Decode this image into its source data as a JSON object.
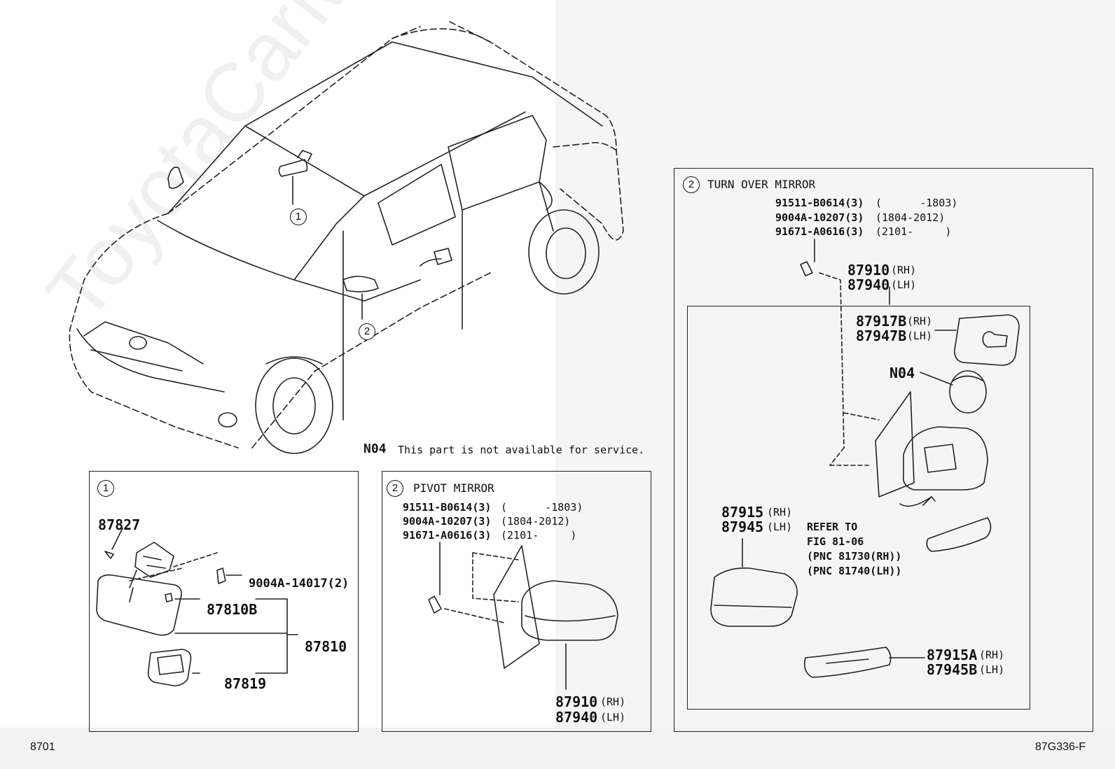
{
  "watermark": "ToyotaCarMiller.ru",
  "note": {
    "code": "N04",
    "text": "This part is not available for service."
  },
  "callouts": {
    "c1": "1",
    "c2": "2"
  },
  "box1": {
    "marker": "1",
    "parts": [
      "87827",
      "9004A-14017(2)",
      "87810B",
      "87810",
      "87819"
    ]
  },
  "box2": {
    "marker": "2",
    "title": "PIVOT MIRROR",
    "bolts": [
      {
        "pn": "91511-B0614(3)",
        "range": "(      -1803)"
      },
      {
        "pn": "9004A-10207(3)",
        "range": "(1804-2012)"
      },
      {
        "pn": "91671-A0616(3)",
        "range": "(2101-     )"
      }
    ],
    "parts": [
      "87910",
      "(RH)",
      "87940",
      "(LH)"
    ]
  },
  "box3": {
    "marker": "2",
    "title": "TURN OVER MIRROR",
    "bolts": [
      {
        "pn": "91511-B0614(3)",
        "range": "(      -1803)"
      },
      {
        "pn": "9004A-10207(3)",
        "range": "(1804-2012)"
      },
      {
        "pn": "91671-A0616(3)",
        "range": "(2101-     )"
      }
    ],
    "assy": [
      "87910",
      "(RH)",
      "87940",
      "(LH)"
    ],
    "glass": [
      "87917B",
      "(RH)",
      "87947B",
      "(LH)"
    ],
    "motor": "N04",
    "cover": [
      "87915",
      "(RH)",
      "87945",
      "(LH)"
    ],
    "refer": [
      "REFER TO",
      "FIG 81-06",
      "(PNC 81730(RH))",
      "(PNC 81740(LH))"
    ],
    "lamp": [
      "87915A",
      "(RH)",
      "87945B",
      "(LH)"
    ]
  },
  "footer": {
    "left": "8701",
    "right": "87G336-F"
  }
}
